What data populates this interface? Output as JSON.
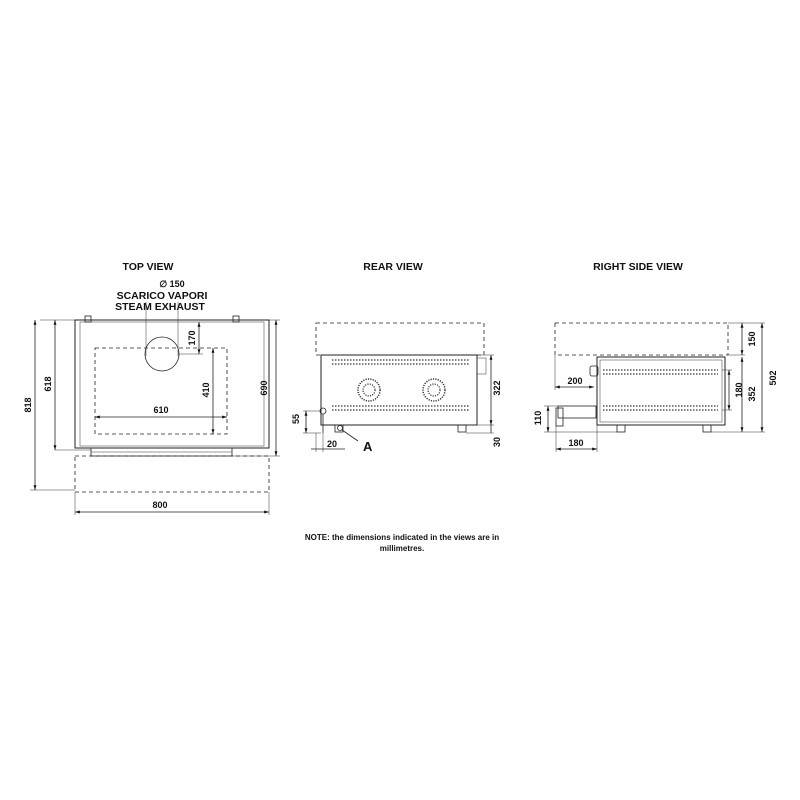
{
  "views": {
    "top": {
      "title": "TOP VIEW",
      "exhaust_diameter": "∅ 150",
      "exhaust_label_it": "SCARICO VAPORI",
      "exhaust_label_en": "STEAM EXHAUST",
      "dims": {
        "exhaust_offset": "170",
        "inner_depth": "410",
        "inner_width": "610",
        "body_depth": "618",
        "total_depth": "818",
        "depth_690": "690",
        "total_width": "800"
      }
    },
    "rear": {
      "title": "REAR VIEW",
      "dims": {
        "height": "322",
        "feet": "30",
        "connection_height": "55",
        "connection_offset": "20"
      },
      "marker": "A"
    },
    "side": {
      "title": "RIGHT SIDE VIEW",
      "dims": {
        "hood": "150",
        "total_height": "502",
        "grille_height": "180",
        "body_height": "352",
        "exhaust_offset": "200",
        "inlet_height": "110",
        "inlet_length": "180"
      }
    }
  },
  "note": {
    "line1": "NOTE: the dimensions indicated in the views are in",
    "line2": "millimetres."
  }
}
